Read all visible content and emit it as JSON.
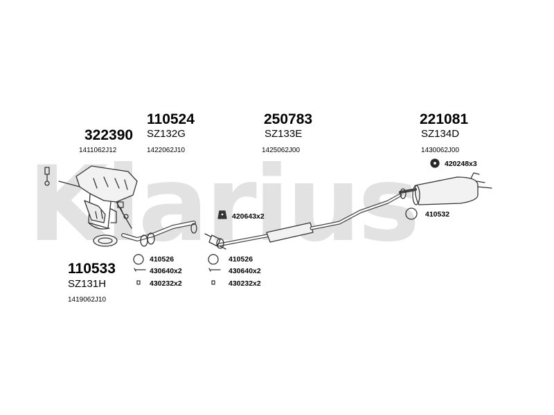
{
  "watermark": {
    "text": "Klarius"
  },
  "parts": [
    {
      "id": "p322390",
      "number": "322390",
      "code": "",
      "ref": "1411062J12"
    },
    {
      "id": "p110524",
      "number": "110524",
      "code": "SZ132G",
      "ref": "1422062J10"
    },
    {
      "id": "p250783",
      "number": "250783",
      "code": "SZ133E",
      "ref": "1425062J00"
    },
    {
      "id": "p221081",
      "number": "221081",
      "code": "SZ134D",
      "ref": "1430062J00"
    },
    {
      "id": "p110533",
      "number": "110533",
      "code": "SZ131H",
      "ref": "1419062J10"
    }
  ],
  "accessories": {
    "a1": "420248x3",
    "a2": "420643x2",
    "a3": "410532",
    "a4": "410526",
    "a5": "430640x2",
    "a6": "430232x2",
    "a7": "410526",
    "a8": "430640x2",
    "a9": "430232x2"
  },
  "colors": {
    "ink": "#000000",
    "line": "#333333",
    "watermark": "#d9d9d9",
    "fill": "#f2f2f2"
  },
  "icons": {
    "catalytic-converter": "exhaust-manifold-cat-icon",
    "pipe": "exhaust-pipe-icon",
    "middle-silencer": "silencer-icon",
    "rear-silencer": "rear-muffler-icon",
    "gasket": "gasket-ring-icon",
    "clamp": "clamp-icon",
    "rubber-mount": "rubber-mount-icon",
    "bolt": "bolt-icon",
    "nut": "nut-icon"
  }
}
